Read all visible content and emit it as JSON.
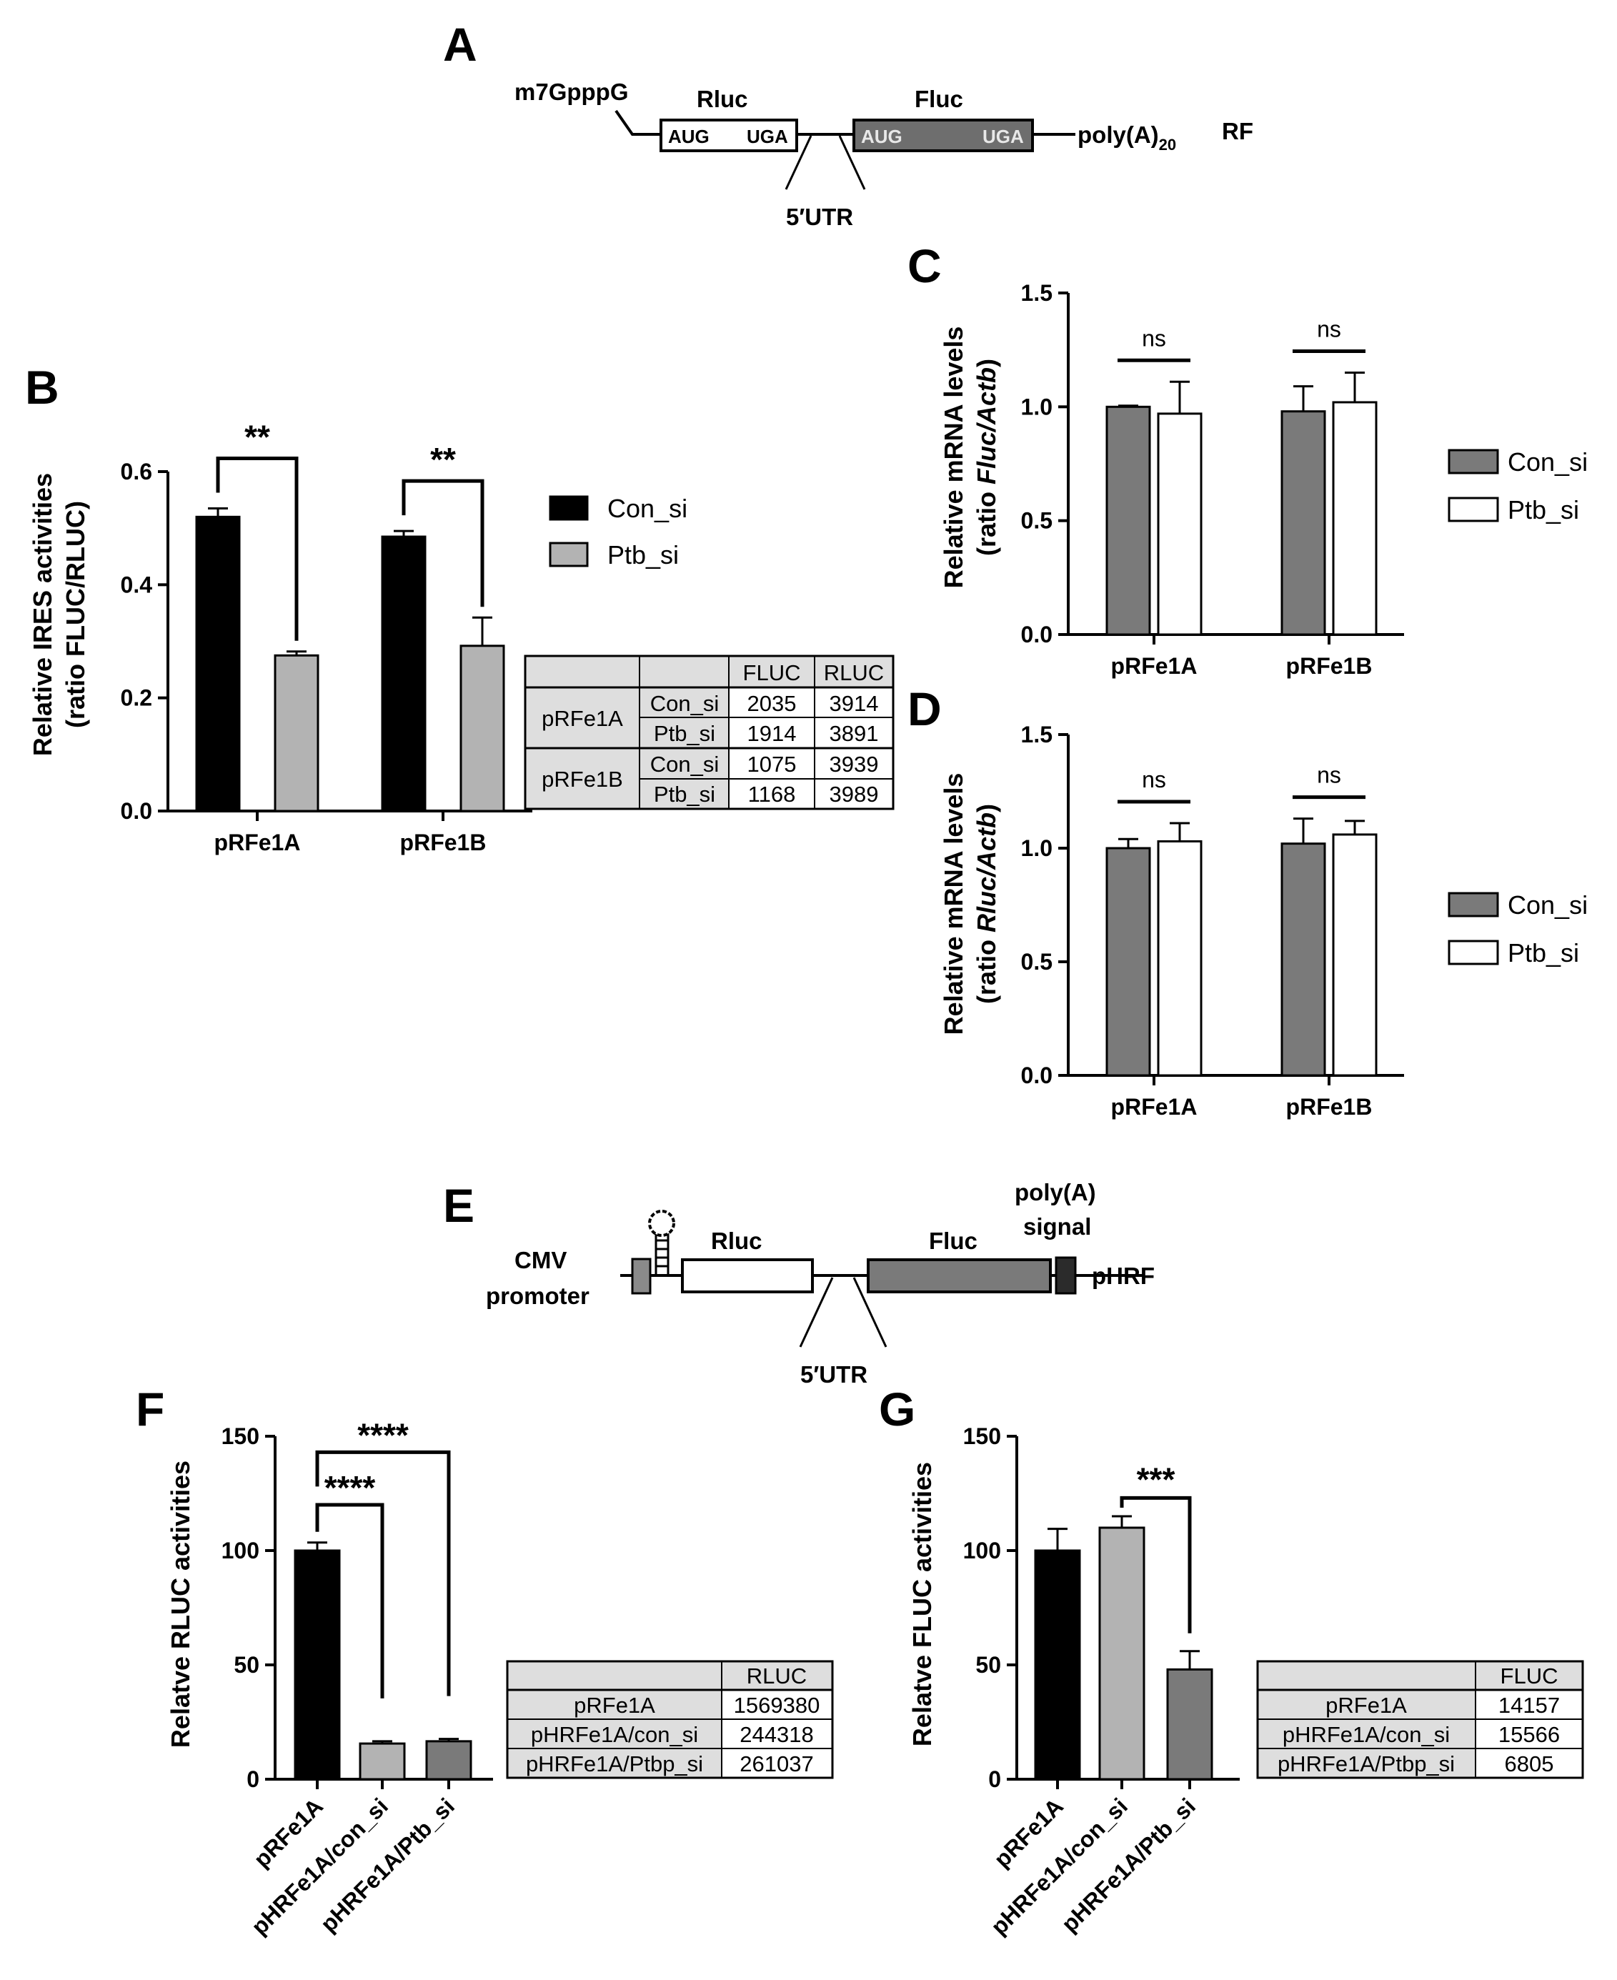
{
  "panel_labels": {
    "A": "A",
    "B": "B",
    "C": "C",
    "D": "D",
    "E": "E",
    "F": "F",
    "G": "G"
  },
  "colors": {
    "black": "#000000",
    "light_gray": "#b3b3b3",
    "dark_gray": "#7a7a7a",
    "white": "#ffffff",
    "table_fill": "#dedede"
  },
  "diagramA": {
    "cap": "m7GpppG",
    "rluc": "Rluc",
    "fluc": "Fluc",
    "aug1": "AUG",
    "uga1": "UGA",
    "aug2": "AUG",
    "uga2": "UGA",
    "polyA": "poly(A)",
    "polyA_sub": "20",
    "rf": "RF",
    "utr": "5′UTR"
  },
  "diagramE": {
    "cmv1": "CMV",
    "cmv2": "promoter",
    "rluc": "Rluc",
    "fluc": "Fluc",
    "polyA1": "poly(A)",
    "polyA2": "signal",
    "phrf": "pHRF",
    "utr": "5′UTR"
  },
  "chart_data": [
    {
      "id": "B",
      "type": "bar",
      "ylabel_line1": "Relative IRES activities",
      "ylabel_line2": "(ratio FLUC/RLUC)",
      "ylim": [
        0,
        0.6
      ],
      "yticks": [
        "0.0",
        "0.2",
        "0.4",
        "0.6"
      ],
      "ytick_values": [
        0,
        0.2,
        0.4,
        0.6
      ],
      "categories": [
        "pRFe1A",
        "pRFe1B"
      ],
      "series": [
        {
          "name": "Con_si",
          "color": "#000000",
          "values": [
            0.52,
            0.485
          ],
          "errors": [
            0.015,
            0.01
          ]
        },
        {
          "name": "Ptb_si",
          "color": "#b3b3b3",
          "values": [
            0.275,
            0.292
          ],
          "errors": [
            0.007,
            0.05
          ]
        }
      ],
      "significance": [
        "**",
        "**"
      ],
      "table": {
        "headers": [
          "FLUC",
          "RLUC"
        ],
        "groups": [
          {
            "name": "pRFe1A",
            "rows": [
              [
                "Con_si",
                "2035",
                "3914"
              ],
              [
                "Ptb_si",
                "1914",
                "3891"
              ]
            ]
          },
          {
            "name": "pRFe1B",
            "rows": [
              [
                "Con_si",
                "1075",
                "3939"
              ],
              [
                "Ptb_si",
                "1168",
                "3989"
              ]
            ]
          }
        ]
      }
    },
    {
      "id": "C",
      "type": "bar",
      "ylabel_line1": "Relative mRNA levels",
      "ylabel_pre": "(ratio ",
      "ylabel_it": "Fluc/Actb",
      "ylabel_post": ")",
      "ylim": [
        0,
        1.5
      ],
      "yticks": [
        "0.0",
        "0.5",
        "1.0",
        "1.5"
      ],
      "ytick_values": [
        0,
        0.5,
        1.0,
        1.5
      ],
      "categories": [
        "pRFe1A",
        "pRFe1B"
      ],
      "series": [
        {
          "name": "Con_si",
          "color": "#7a7a7a",
          "values": [
            1.0,
            0.98
          ],
          "errors": [
            0.005,
            0.11
          ]
        },
        {
          "name": "Ptb_si",
          "color": "#ffffff",
          "values": [
            0.97,
            1.02
          ],
          "errors": [
            0.14,
            0.13
          ]
        }
      ],
      "significance": [
        "ns",
        "ns"
      ]
    },
    {
      "id": "D",
      "type": "bar",
      "ylabel_line1": "Relative mRNA levels",
      "ylabel_pre": "(ratio ",
      "ylabel_it": "Rluc/Actb",
      "ylabel_post": ")",
      "ylim": [
        0,
        1.5
      ],
      "yticks": [
        "0.0",
        "0.5",
        "1.0",
        "1.5"
      ],
      "ytick_values": [
        0,
        0.5,
        1.0,
        1.5
      ],
      "categories": [
        "pRFe1A",
        "pRFe1B"
      ],
      "series": [
        {
          "name": "Con_si",
          "color": "#7a7a7a",
          "values": [
            1.0,
            1.02
          ],
          "errors": [
            0.04,
            0.11
          ]
        },
        {
          "name": "Ptb_si",
          "color": "#ffffff",
          "values": [
            1.03,
            1.06
          ],
          "errors": [
            0.08,
            0.06
          ]
        }
      ],
      "significance": [
        "ns",
        "ns"
      ]
    },
    {
      "id": "F",
      "type": "bar",
      "ylabel": "Relatve RLUC activities",
      "ylim": [
        0,
        150
      ],
      "yticks": [
        "0",
        "50",
        "100",
        "150"
      ],
      "ytick_values": [
        0,
        50,
        100,
        150
      ],
      "categories": [
        "pRFe1A",
        "pHRFe1A/con_si",
        "pHRFe1A/Ptb_si"
      ],
      "values": [
        100,
        15.6,
        16.6
      ],
      "errors": [
        3.5,
        1.0,
        1.0
      ],
      "colors": [
        "#000000",
        "#b3b3b3",
        "#7a7a7a"
      ],
      "significance": [
        "****",
        "****"
      ],
      "table": {
        "headers": [
          "",
          "RLUC"
        ],
        "rows": [
          [
            "pRFe1A",
            "1569380"
          ],
          [
            "pHRFe1A/con_si",
            "244318"
          ],
          [
            "pHRFe1A/Ptbp_si",
            "261037"
          ]
        ]
      }
    },
    {
      "id": "G",
      "type": "bar",
      "ylabel": "Relatve FLUC activities",
      "ylim": [
        0,
        150
      ],
      "yticks": [
        "0",
        "50",
        "100",
        "150"
      ],
      "ytick_values": [
        0,
        50,
        100,
        150
      ],
      "categories": [
        "pRFe1A",
        "pHRFe1A/con_si",
        "pHRFe1A/Ptb_si"
      ],
      "values": [
        100,
        110,
        48
      ],
      "errors": [
        9.5,
        5.0,
        8.0
      ],
      "colors": [
        "#000000",
        "#b3b3b3",
        "#7a7a7a"
      ],
      "significance": [
        "***"
      ],
      "table": {
        "headers": [
          "",
          "FLUC"
        ],
        "rows": [
          [
            "pRFe1A",
            "14157"
          ],
          [
            "pHRFe1A/con_si",
            "15566"
          ],
          [
            "pHRFe1A/Ptbp_si",
            "6805"
          ]
        ]
      }
    }
  ]
}
